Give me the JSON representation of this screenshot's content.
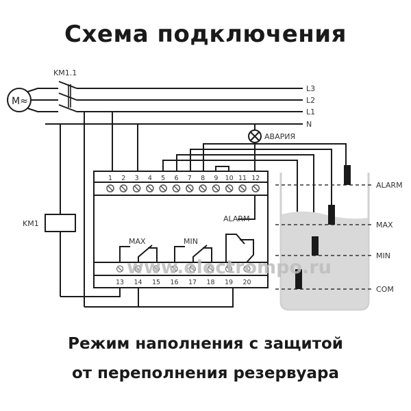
{
  "title": "Схема подключения",
  "caption": {
    "line1": "Режим наполнения с защитой",
    "line2": "от переполнения резервуара"
  },
  "motor": {
    "symbol": "M≈",
    "label": "motor-3-phase"
  },
  "contactor": {
    "main_contacts_label": "KM1.1",
    "coil_label": "KM1"
  },
  "lines": [
    "L3",
    "L2",
    "L1",
    "N"
  ],
  "lamp": {
    "label": "АВАРИЯ"
  },
  "relay": {
    "top_terminals": [
      "1",
      "2",
      "3",
      "4",
      "5",
      "6",
      "7",
      "8",
      "9",
      "10",
      "11",
      "12"
    ],
    "bottom_terminals": [
      "13",
      "14",
      "15",
      "16",
      "17",
      "18",
      "19",
      "20"
    ],
    "contacts": {
      "max": "MAX",
      "min": "MIN",
      "alarm": "ALARM"
    }
  },
  "tank": {
    "levels": [
      "ALARM",
      "MAX",
      "MIN",
      "COM"
    ],
    "fill_color": "#d9d9d9"
  },
  "watermark": "www.electrompo.ru",
  "colors": {
    "line": "#1a1a1a",
    "text": "#333333",
    "tank_wall": "#cfcfcf"
  }
}
